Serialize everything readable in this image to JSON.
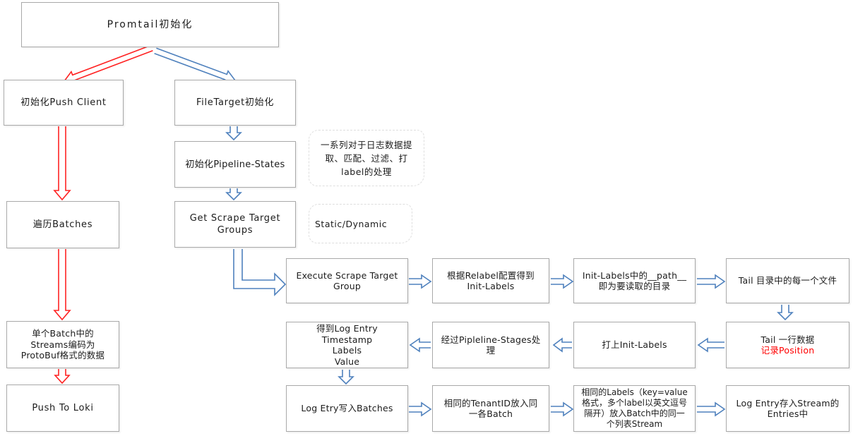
{
  "diagram": {
    "nodes": {
      "promtail_init": {
        "label": "Promtail初始化"
      },
      "init_push_client": {
        "label": "初始化Push Client"
      },
      "filetarget_init": {
        "label": "FileTarget初始化"
      },
      "init_pipeline_states": {
        "label": "初始化Pipeline-States"
      },
      "iterate_batches": {
        "label": "遍历Batches"
      },
      "get_scrape_target_groups": {
        "label": "Get Scrape Target\nGroups"
      },
      "batch_streams_protobuf": {
        "label": "单个Batch中的\nStreams编码为\nProtoBuf格式的数据"
      },
      "push_to_loki": {
        "label": "Push To Loki"
      },
      "execute_scrape_target_group": {
        "label": "Execute Scrape Target\nGroup"
      },
      "relabel_init_labels": {
        "label": "根据Relabel配置得到\nInit-Labels"
      },
      "init_labels_path": {
        "label": "Init-Labels中的__path__\n即为要读取的目录"
      },
      "tail_every_file": {
        "label": "Tail 目录中的每一个文件"
      },
      "log_entry_fields": {
        "label": "得到Log Entry\nTimestamp\nLabels\nValue"
      },
      "pipeline_stages_process": {
        "label": "经过Pipleline-Stages处\n理"
      },
      "tag_init_labels": {
        "label": "打上Init-Labels"
      },
      "tail_one_line": {
        "label": "Tail 一行数据",
        "sublabel": "记录Position"
      },
      "log_etry_write_batches": {
        "label": "Log Etry写入Batches"
      },
      "same_tenantid_batch": {
        "label": "相同的TenantID放入同\n一各Batch"
      },
      "same_labels_stream": {
        "label": "相同的Labels（key=value\n格式，多个label以英文逗号\n隔开）放入Batch中的同一\n个列表Stream"
      },
      "log_entry_stream_entries": {
        "label": "Log Entry存入Stream的\nEntries中"
      }
    },
    "annotations": {
      "pipeline_note": {
        "label": "一系列对于日志数据提\n取、匹配、过滤、打\nlabel的处理"
      },
      "static_dynamic_note": {
        "label": "Static/Dynamic"
      }
    },
    "colors": {
      "box_border": "#a9a9a9",
      "red_arrow": "#ff2222",
      "blue_arrow": "#4f81bd",
      "text": "#1c1c1c",
      "highlight_text": "#ff0000"
    }
  }
}
